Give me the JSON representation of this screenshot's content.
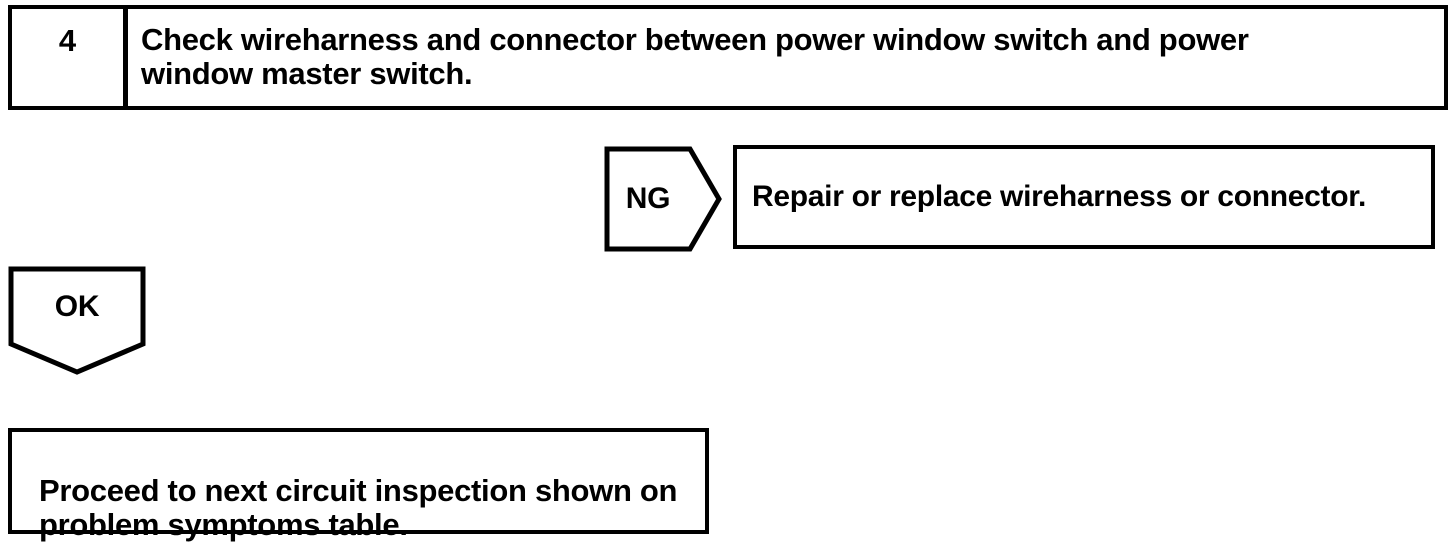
{
  "colors": {
    "ink": "#000000",
    "background": "#ffffff"
  },
  "flowchart": {
    "step": {
      "number": "4",
      "instruction": "Check wireharness and connector between power window switch and power\nwindow master switch."
    },
    "ng_branch": {
      "label": "NG",
      "action": "Repair or replace wireharness or connector."
    },
    "ok_branch": {
      "label": "OK",
      "action": "Proceed to next circuit inspection shown on\nproblem symptoms table."
    }
  }
}
